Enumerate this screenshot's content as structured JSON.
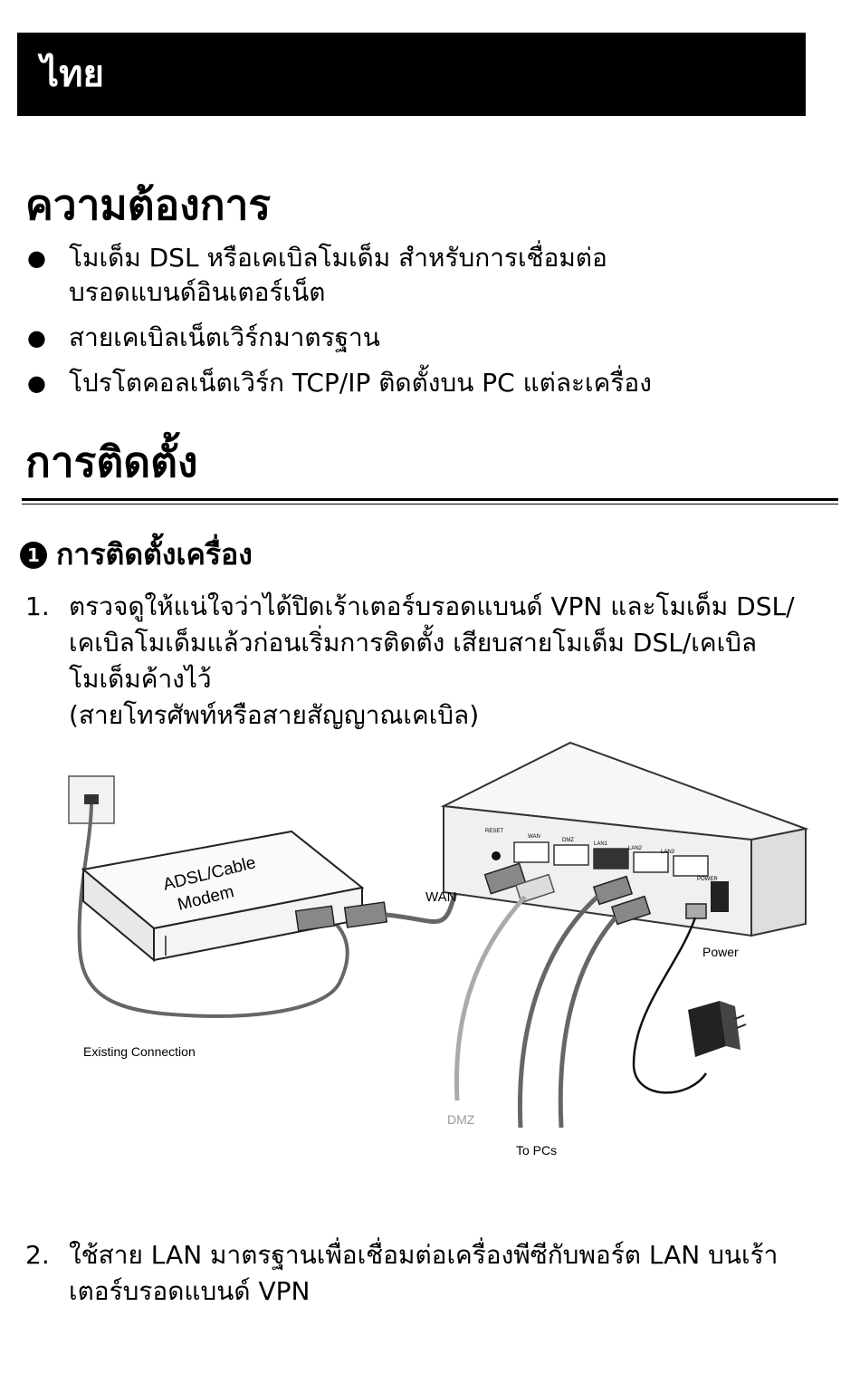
{
  "header": {
    "language": "ไทย"
  },
  "requirements": {
    "title": "ความต้องการ",
    "items": [
      "โมเด็ม DSL หรือเคเบิลโมเด็ม สำหรับการเชื่อมต่อบรอดแบนด์อินเตอร์เน็ต",
      "สายเคเบิลเน็ตเวิร์กมาตรฐาน",
      "โปรโตคอลเน็ตเวิร์ก TCP/IP ติดตั้งบน PC แต่ละเครื่อง"
    ]
  },
  "installation": {
    "title": "การติดตั้ง",
    "section_marker": "1",
    "section_title": "การติดตั้งเครื่อง",
    "steps": [
      {
        "number": "1.",
        "text": "ตรวจดูให้แน่ใจว่าได้ปิดเร้าเตอร์บรอดแบนด์ VPN และโมเด็ม DSL/เคเบิลโมเด็มแล้วก่อนเริ่มการติดตั้ง เสียบสายโมเด็ม DSL/เคเบิลโมเด็มค้างไว้",
        "note": "(สายโทรศัพท์หรือสายสัญญาณเคเบิล)"
      },
      {
        "number": "2.",
        "text": "ใช้สาย LAN มาตรฐานเพื่อเชื่อมต่อเครื่องพีซีกับพอร์ต LAN บนเร้าเตอร์บรอดแบนด์ VPN"
      }
    ]
  },
  "diagram": {
    "modem_label": [
      "ADSL/Cable",
      "Modem"
    ],
    "existing_connection": "Existing Connection",
    "wan_label": "WAN",
    "dmz_label": "DMZ",
    "to_pcs_label": "To PCs",
    "power_label": "Power",
    "port_labels": {
      "reset": "RESET",
      "wan": "WAN",
      "dmz": "DMZ",
      "lan1": "LAN1",
      "lan2": "LAN2",
      "lan3": "LAN3",
      "power": "POWER"
    }
  }
}
